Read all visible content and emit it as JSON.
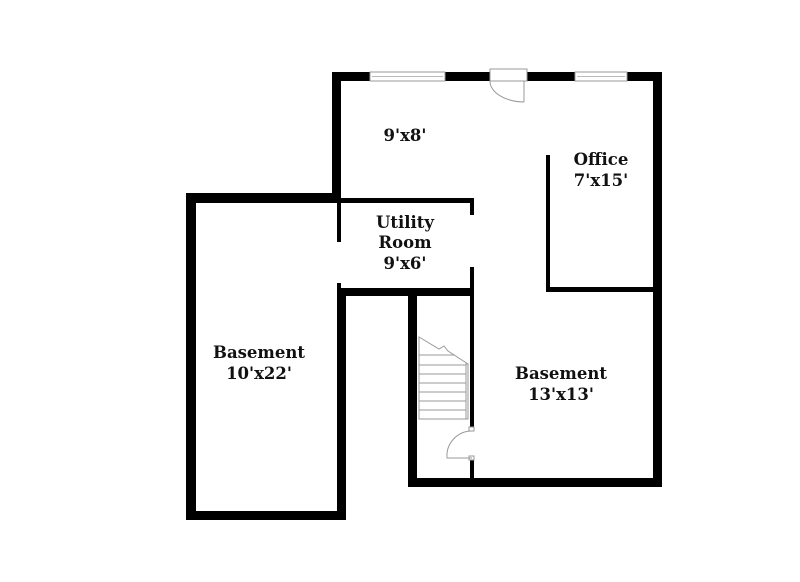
{
  "rooms": [
    {
      "id": "room-9x8",
      "name": "",
      "dimensions": "9'x8'"
    },
    {
      "id": "office",
      "name": "Office",
      "dimensions": "7'x15'"
    },
    {
      "id": "utility-room",
      "name": "Utility Room",
      "name_line1": "Utility",
      "name_line2": "Room",
      "dimensions": "9'x6'"
    },
    {
      "id": "basement-left",
      "name": "Basement",
      "dimensions": "10'x22'"
    },
    {
      "id": "basement-right",
      "name": "Basement",
      "dimensions": "13'x13'"
    }
  ],
  "colors": {
    "wall": "#000000",
    "background": "#ffffff",
    "fixture": "#999999"
  }
}
